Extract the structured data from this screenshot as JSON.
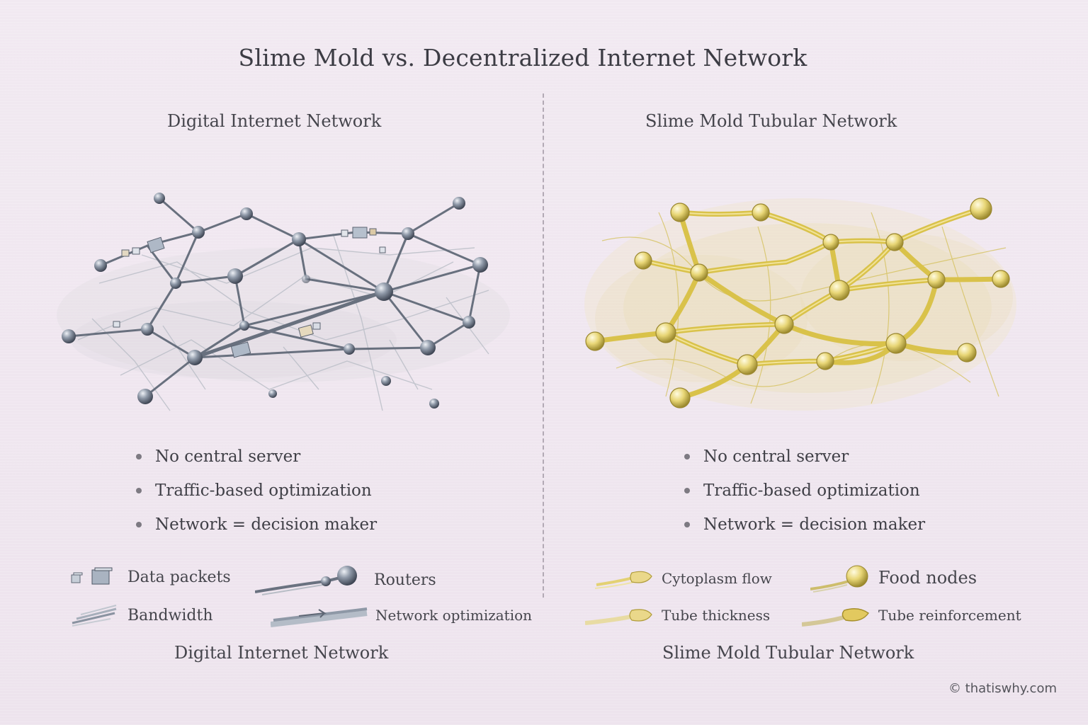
{
  "title": "Slime Mold vs. Decentralized Internet Network",
  "left": {
    "heading": "Digital Internet Network",
    "bullets": [
      "No central server",
      "Traffic-based optimization",
      "Network = decision maker"
    ],
    "legend": {
      "data_packets": "Data packets",
      "routers": "Routers",
      "bandwidth": "Bandwidth",
      "network_optimization": "Network optimization"
    },
    "caption": "Digital Internet Network",
    "color": "#6f7887"
  },
  "right": {
    "heading": "Slime Mold Tubular Network",
    "bullets": [
      "No central server",
      "Traffic-based optimization",
      "Network = decision maker"
    ],
    "legend": {
      "cytoplasm_flow": "Cytoplasm flow",
      "food_nodes": "Food nodes",
      "tube_thickness": "Tube thickness",
      "tube_reinforcement": "Tube reinforcement"
    },
    "caption": "Slime Mold Tubular Network",
    "color": "#d9c24a"
  },
  "copyright": "© thatiswhy.com"
}
